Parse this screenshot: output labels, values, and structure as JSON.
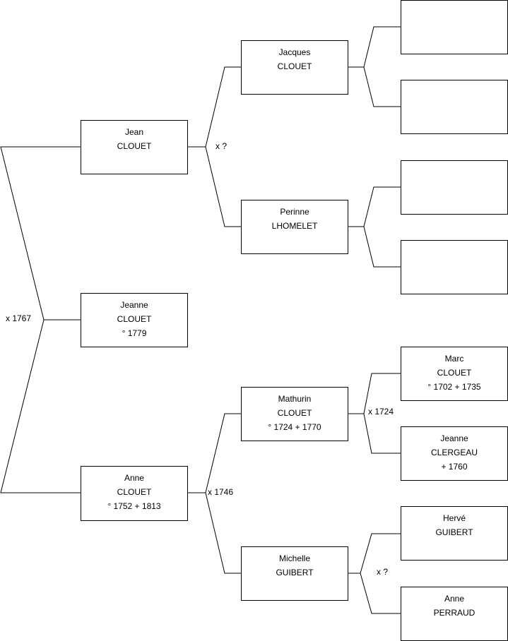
{
  "root_marriage": "x 1767",
  "child": {
    "first": "Jeanne",
    "last": "CLOUET",
    "dates": "° 1779"
  },
  "father": {
    "first": "Jean",
    "last": "CLOUET",
    "dates": ""
  },
  "father_marriage": "x ?",
  "paternal_grandfather": {
    "first": "Jacques",
    "last": "CLOUET",
    "dates": ""
  },
  "paternal_grandmother": {
    "first": "Perinne",
    "last": "LHOMELET",
    "dates": ""
  },
  "mother": {
    "first": "Anne",
    "last": "CLOUET",
    "dates": "° 1752 + 1813"
  },
  "mother_marriage": "x 1746",
  "maternal_grandfather": {
    "first": "Mathurin",
    "last": "CLOUET",
    "dates": "° 1724 + 1770"
  },
  "maternal_grandfather_marriage": "x 1724",
  "maternal_grandmother": {
    "first": "Michelle",
    "last": "GUIBERT",
    "dates": ""
  },
  "maternal_grandmother_marriage": "x ?",
  "ggf_mathurin_father": {
    "first": "Marc",
    "last": "CLOUET",
    "dates": "° 1702 + 1735"
  },
  "ggm_mathurin_mother": {
    "first": "Jeanne",
    "last": "CLERGEAU",
    "dates": "+ 1760"
  },
  "ggf_michelle_father": {
    "first": "Hervé",
    "last": "GUIBERT",
    "dates": ""
  },
  "ggm_michelle_mother": {
    "first": "Anne",
    "last": "PERRAUD",
    "dates": ""
  }
}
